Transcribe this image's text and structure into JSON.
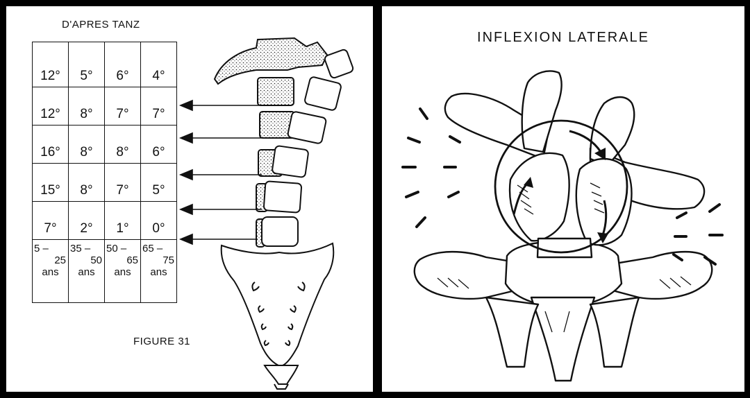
{
  "left_panel": {
    "source": "D'APRES TANZ",
    "figure": "FIGURE 31",
    "rows": [
      [
        "12°",
        "5°",
        "6°",
        "4°"
      ],
      [
        "12°",
        "8°",
        "7°",
        "7°"
      ],
      [
        "16°",
        "8°",
        "8°",
        "6°"
      ],
      [
        "15°",
        "8°",
        "7°",
        "5°"
      ],
      [
        "7°",
        "2°",
        "1°",
        "0°"
      ]
    ],
    "age_groups": [
      {
        "from": "5 –",
        "to": "25",
        "unit": "ans"
      },
      {
        "from": "35 –",
        "to": "50",
        "unit": "ans"
      },
      {
        "from": "50 –",
        "to": "65",
        "unit": "ans"
      },
      {
        "from": "65 –",
        "to": "75",
        "unit": "ans"
      }
    ]
  },
  "right_panel": {
    "title": "INFLEXION LATERALE"
  }
}
